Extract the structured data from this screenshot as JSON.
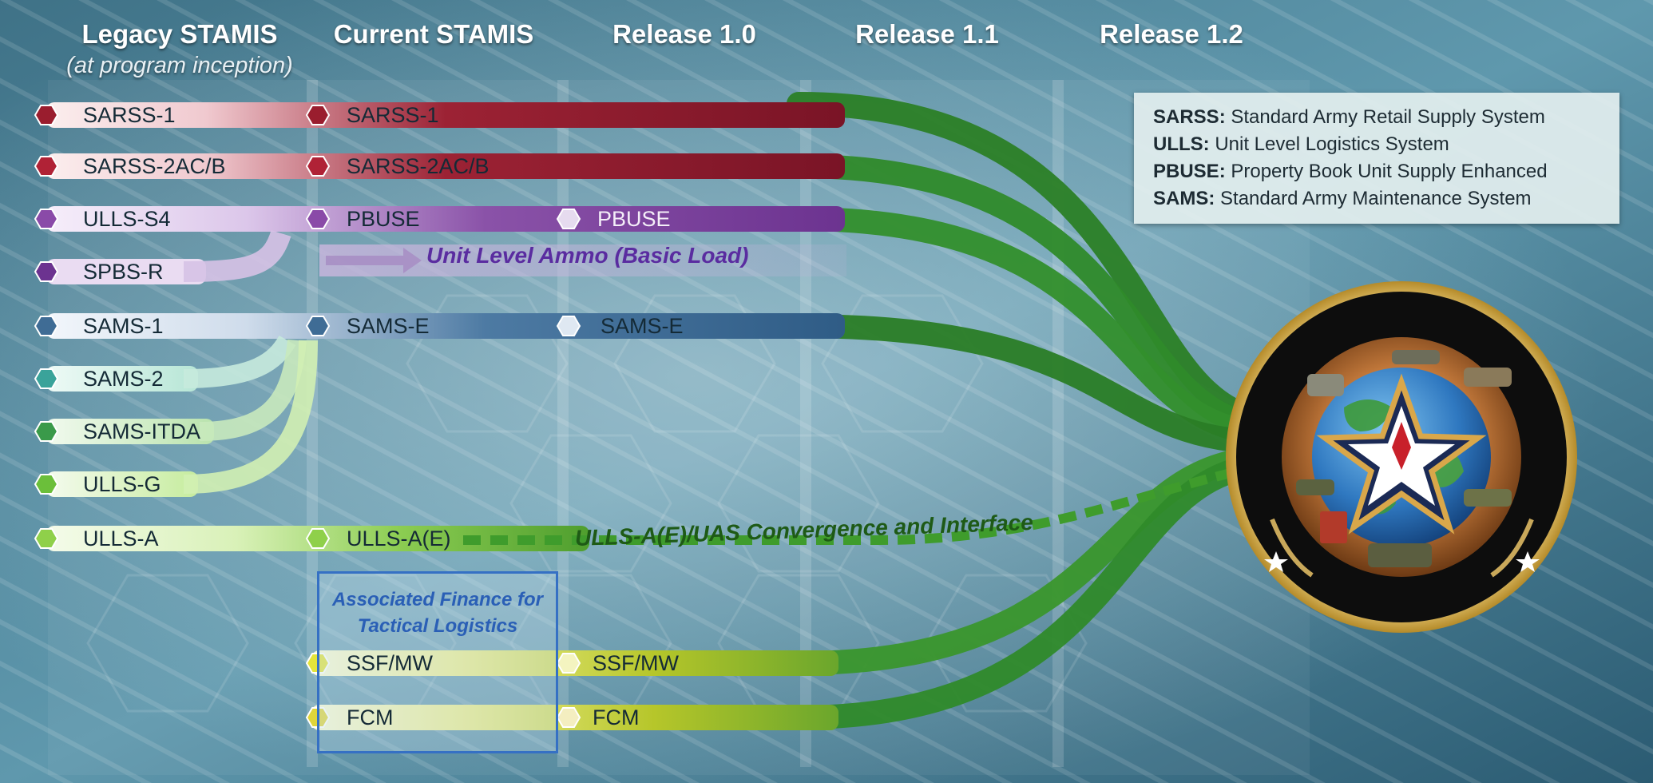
{
  "headers": [
    {
      "label": "Legacy STAMIS",
      "sub": "(at program inception)"
    },
    {
      "label": "Current STAMIS"
    },
    {
      "label": "Release 1.0"
    },
    {
      "label": "Release 1.1"
    },
    {
      "label": "Release 1.2"
    }
  ],
  "nodes": {
    "legacy": [
      "SARSS-1",
      "SARSS-2AC/B",
      "ULLS-S4",
      "SPBS-R",
      "SAMS-1",
      "SAMS-2",
      "SAMS-ITDA",
      "ULLS-G",
      "ULLS-A"
    ],
    "current": [
      "SARSS-1",
      "SARSS-2AC/B",
      "PBUSE",
      "SAMS-E",
      "ULLS-A(E)"
    ],
    "release_1_0": [
      "PBUSE",
      "SAMS-E"
    ],
    "finance_current": [
      "SSF/MW",
      "FCM"
    ],
    "finance_release_1_0": [
      "SSF/MW",
      "FCM"
    ]
  },
  "annotations": {
    "ammo": "Unit Level Ammo (Basic Load)",
    "convergence": "ULLS-A(E)/UAS Convergence and Interface",
    "finance_box": "Associated Finance for Tactical Logistics"
  },
  "legend": [
    {
      "abbr": "SARSS:",
      "text": "Standard Army Retail Supply System"
    },
    {
      "abbr": "ULLS:",
      "text": "Unit Level Logistics System"
    },
    {
      "abbr": "PBUSE:",
      "text": "Property Book Unit Supply Enhanced"
    },
    {
      "abbr": "SAMS:",
      "text": "Standard Army Maintenance System"
    }
  ],
  "colors": {
    "sarss": "#8c1a2a",
    "pbuse": "#7a3f94",
    "sams": "#3b6a91",
    "ulls_g": "#6bbf3a",
    "ulls_a": "#8fd04a",
    "finance": "#c8c82a",
    "converge": "#2f8a2a",
    "ammo_text": "#5a2ca0",
    "finance_text": "#2a5fb6"
  },
  "icons": [
    "gem-icon",
    "gcss-army-emblem-icon"
  ]
}
